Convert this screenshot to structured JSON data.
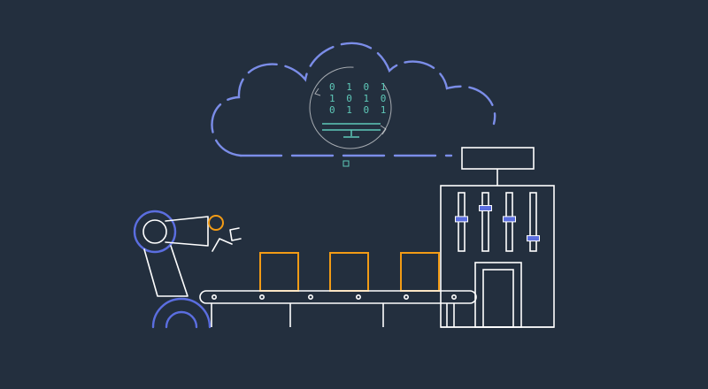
{
  "colors": {
    "background": "#232f3e",
    "line_white": "#ffffff",
    "cloud_blue": "#7b8de8",
    "robot_blue": "#5b6ee0",
    "box_orange": "#f29b15",
    "teal": "#5ec8b8"
  },
  "cloud": {
    "binary_rows": [
      "0 1 0 1",
      "1 0 1 0",
      "0 1 0 1"
    ]
  },
  "conveyor": {
    "box_count": 3
  },
  "factory": {
    "slider_levels": [
      0.55,
      0.75,
      0.55,
      0.2
    ]
  },
  "icons": [
    "cloud-icon",
    "monitor-icon",
    "robot-arm-icon",
    "conveyor-icon",
    "factory-icon"
  ]
}
